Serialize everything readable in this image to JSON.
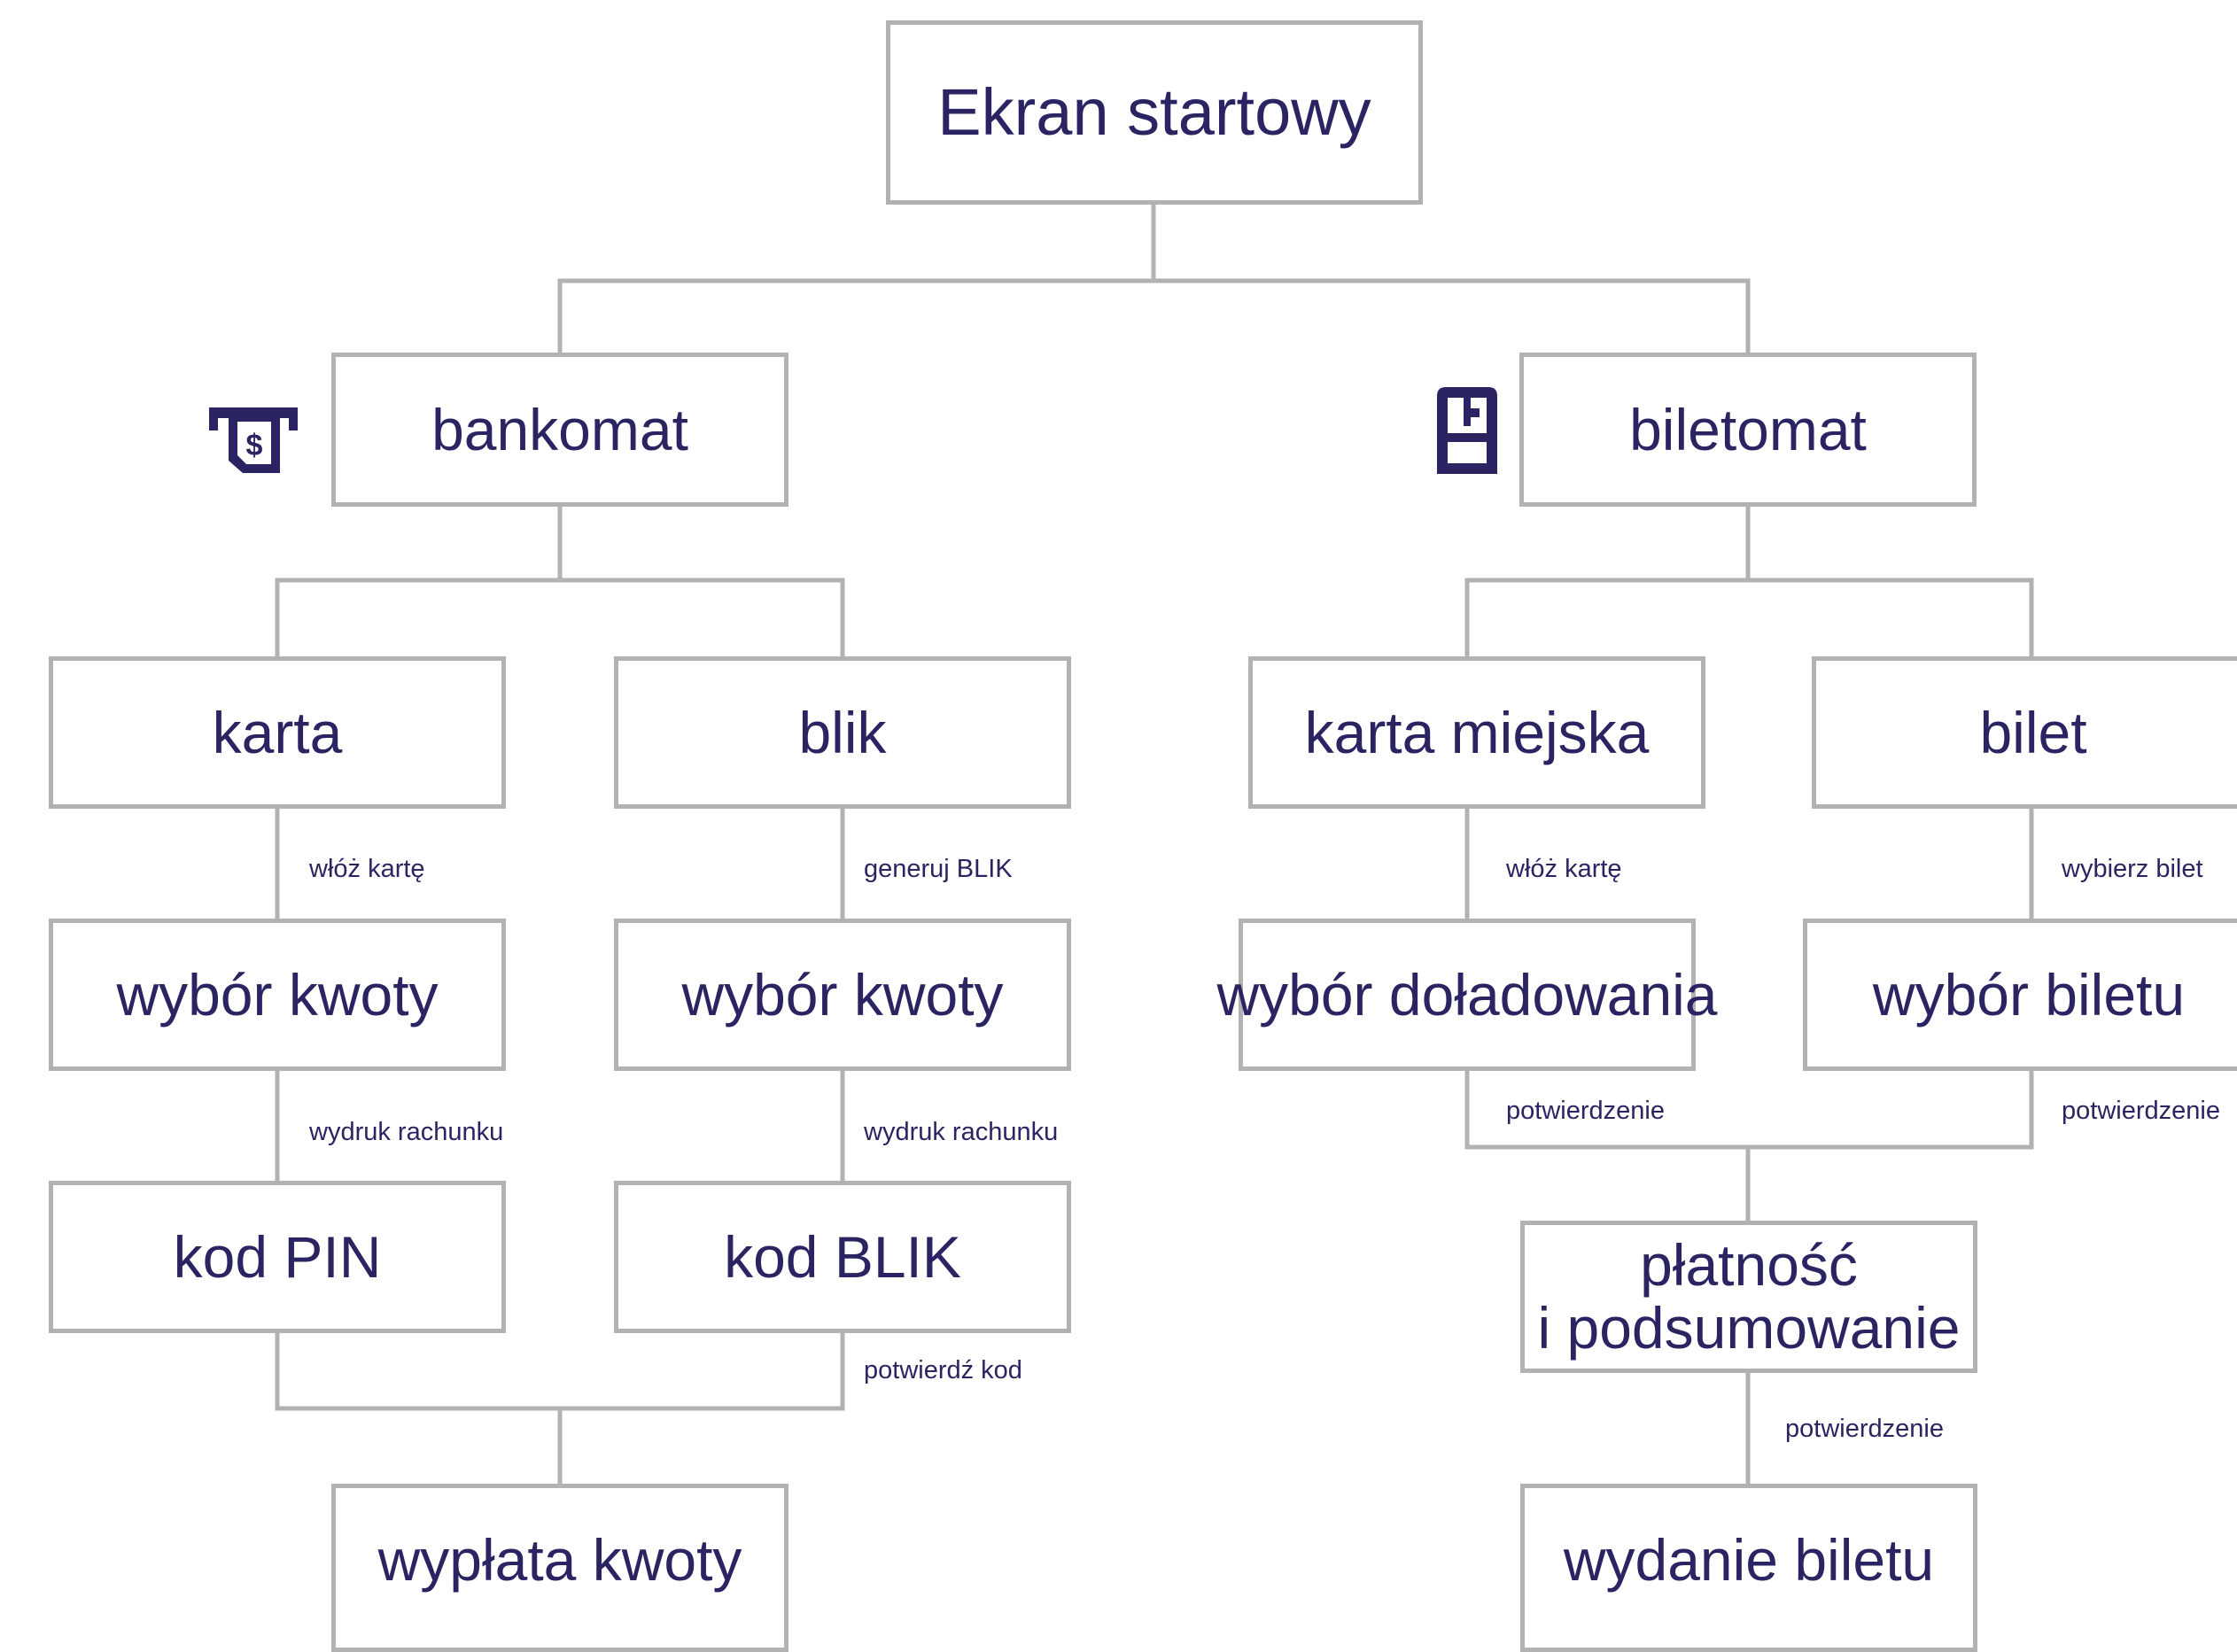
{
  "colors": {
    "text": "#2b2463",
    "border": "#b2b2b2",
    "icon": "#2b2463",
    "background": "#ffffff"
  },
  "nodes": {
    "start": "Ekran startowy",
    "atm": "bankomat",
    "ticket_machine": "biletomat",
    "card": "karta",
    "blik": "blik",
    "city_card": "karta miejska",
    "ticket": "bilet",
    "amount_card": "wybór kwoty",
    "amount_blik": "wybór kwoty",
    "topup_choice": "wybór doładowania",
    "ticket_choice": "wybór biletu",
    "pin": "kod PIN",
    "blik_code": "kod BLIK",
    "payment_line1": "płatność",
    "payment_line2": "i podsumowanie",
    "withdrawal": "wypłata kwoty",
    "ticket_issue": "wydanie biletu"
  },
  "edge_labels": {
    "insert_card_atm": "włóż kartę",
    "generate_blik": "generuj BLIK",
    "insert_card_city": "włóż kartę",
    "choose_ticket": "wybierz bilet",
    "receipt_card": "wydruk rachunku",
    "receipt_blik": "wydruk rachunku",
    "confirm_topup": "potwierdzenie",
    "confirm_ticket": "potwierdzenie",
    "confirm_code": "potwierdź kod",
    "confirm_payment": "potwierdzenie"
  },
  "icons": {
    "atm": "atm-cash-icon",
    "ticket_machine": "ticket-machine-icon"
  }
}
